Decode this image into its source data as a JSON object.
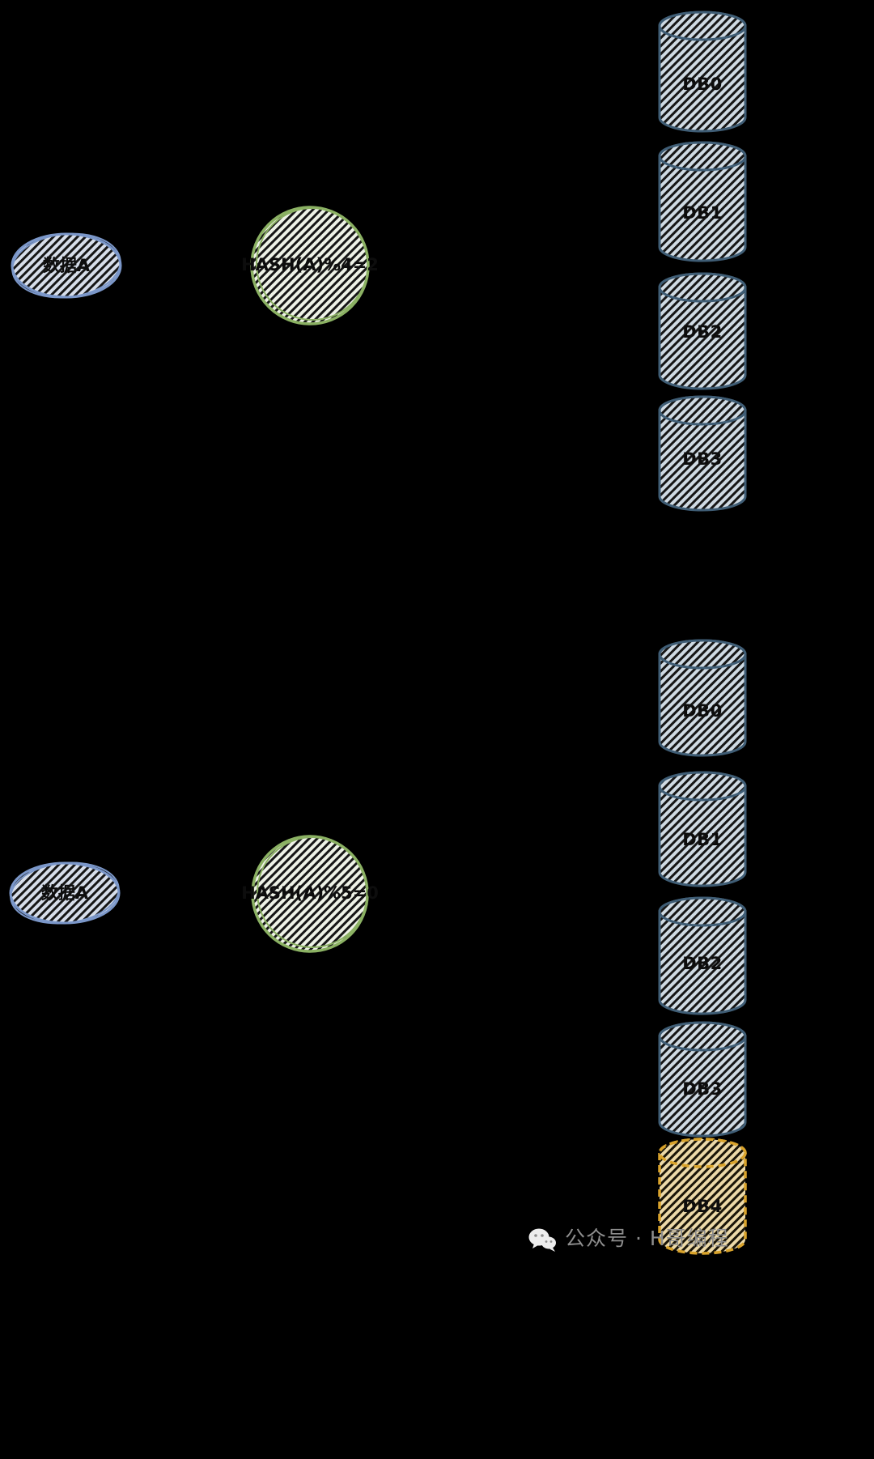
{
  "top_flow": {
    "data_node": "数据A",
    "hash_node": "HASH(A)%4=2",
    "databases": [
      "DB0",
      "DB1",
      "DB2",
      "DB3"
    ]
  },
  "bottom_flow": {
    "data_node": "数据A",
    "hash_node": "HASH(A)%5=0",
    "databases": [
      "DB0",
      "DB1",
      "DB2",
      "DB3",
      "DB4"
    ]
  },
  "watermark": {
    "icon": "wechat-icon",
    "text": "公众号 · H哥编程"
  },
  "colors": {
    "background": "#000000",
    "cylinder_outline": "#3f5d75",
    "cylinder_fill": "#cfdae3",
    "new_cylinder_outline": "#d9a32b",
    "new_cylinder_fill": "#ecd9a8",
    "data_ellipse_outline": "#7b97c9",
    "hash_circle_outline": "#8bb163",
    "label_text": "#0d0d0d",
    "watermark_text": "#8d8d8d"
  }
}
